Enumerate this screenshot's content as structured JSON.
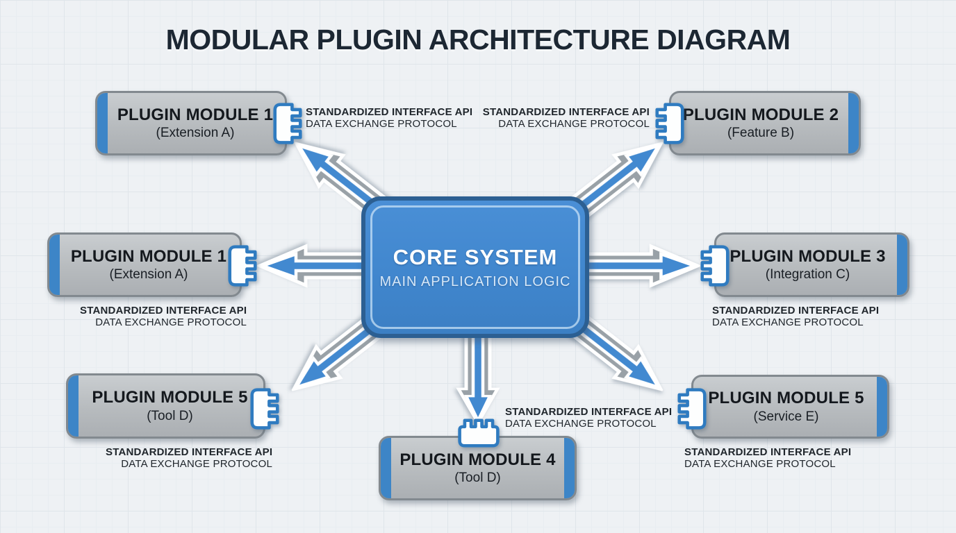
{
  "title": "MODULAR PLUGIN ARCHITECTURE DIAGRAM",
  "core": {
    "title": "CORE SYSTEM",
    "subtitle": "MAIN APPLICATION LOGIC"
  },
  "interface_label": {
    "line1": "STANDARDIZED INTERFACE API",
    "line2": "DATA EXCHANGE PROTOCOL"
  },
  "modules": {
    "top_left": {
      "title": "PLUGIN MODULE 1",
      "subtitle": "(Extension A)"
    },
    "top_right": {
      "title": "PLUGIN MODULE 2",
      "subtitle": "(Feature B)"
    },
    "mid_left": {
      "title": "PLUGIN MODULE 1",
      "subtitle": "(Extension A)"
    },
    "mid_right": {
      "title": "PLUGIN MODULE 3",
      "subtitle": "(Integration C)"
    },
    "bottom_left": {
      "title": "PLUGIN MODULE 5",
      "subtitle": "(Tool D)"
    },
    "bottom_center": {
      "title": "PLUGIN MODULE 4",
      "subtitle": "(Tool D)"
    },
    "bottom_right": {
      "title": "PLUGIN MODULE 5",
      "subtitle": "(Service E)"
    }
  },
  "colors": {
    "background": "#eef1f4",
    "accent_blue": "#4289d0",
    "core_border": "#2c5f92",
    "module_gray": "#bcc0c3",
    "module_border": "#82898f",
    "arrow_gray": "#99a1a7",
    "title_text": "#1c2733",
    "label_text": "#20262c"
  }
}
